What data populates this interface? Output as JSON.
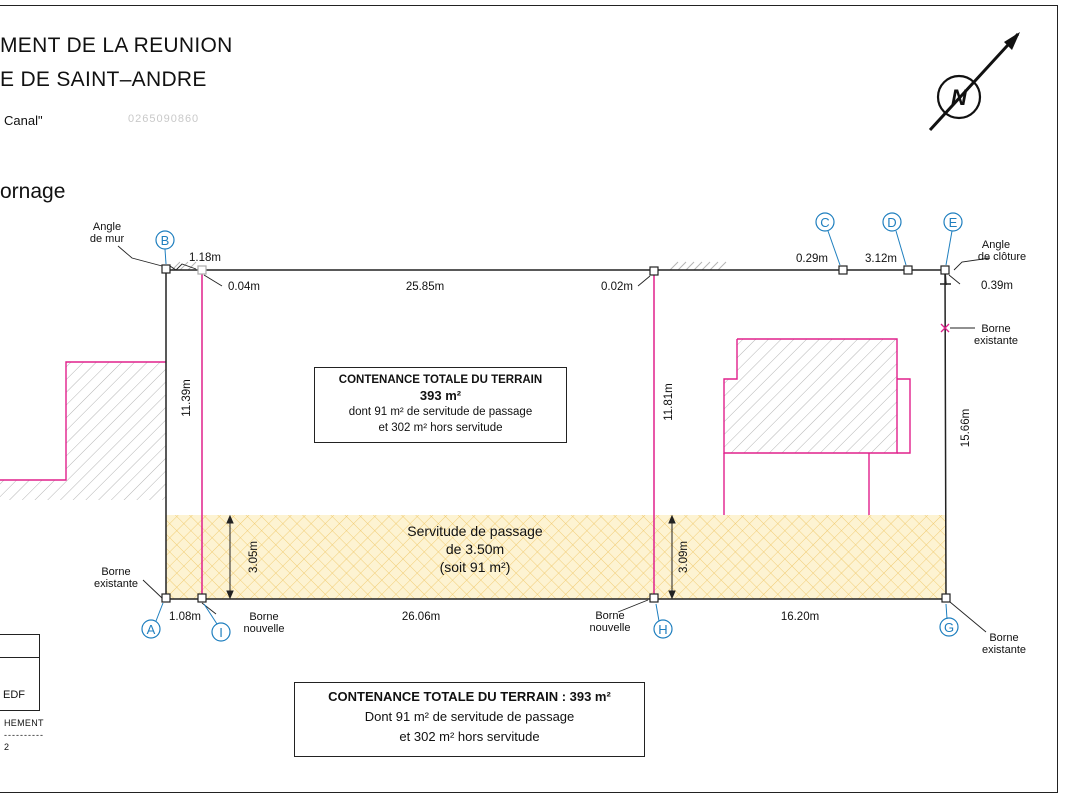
{
  "header": {
    "line1": "MENT DE LA REUNION",
    "line2": "E DE SAINT–ANDRE",
    "line3": "Canal\"",
    "blurred": "0265090860",
    "section": "ornage"
  },
  "north_arrow": {
    "label": "N"
  },
  "points": {
    "A": "A",
    "B": "B",
    "C": "C",
    "D": "D",
    "E": "E",
    "G": "G",
    "H": "H",
    "I": "I"
  },
  "labels": {
    "angle_de_mur_1": "Angle",
    "angle_de_mur_2": "de mur",
    "angle_cloture_1": "Angle",
    "angle_cloture_2": "de clôture",
    "borne_existante_e1": "Borne",
    "borne_existante_e2": "existante",
    "borne_existante_a1": "Borne",
    "borne_existante_a2": "existante",
    "borne_nouvelle_i1": "Borne",
    "borne_nouvelle_i2": "nouvelle",
    "borne_nouvelle_h1": "Borne",
    "borne_nouvelle_h2": "nouvelle",
    "borne_existante_g1": "Borne",
    "borne_existante_g2": "existante"
  },
  "dimensions": {
    "top_1_18": "1.18m",
    "top_0_04": "0.04m",
    "top_25_85": "25.85m",
    "top_0_02": "0.02m",
    "top_0_29": "0.29m",
    "top_3_12": "3.12m",
    "right_0_39": "0.39m",
    "left_11_39": "11.39m",
    "mid_11_81": "11.81m",
    "right_15_66": "15.66m",
    "serv_3_05": "3.05m",
    "serv_3_09": "3.09m",
    "bottom_1_08": "1.08m",
    "bottom_26_06": "26.06m",
    "bottom_16_20": "16.20m"
  },
  "box_center": {
    "title": "CONTENANCE TOTALE DU TERRAIN",
    "area": "393 m²",
    "line3": "dont 91 m² de servitude de passage",
    "line4": "et 302 m² hors servitude"
  },
  "servitude": {
    "line1": "Servitude de passage",
    "line2": "de 3.50m",
    "line3": "(soit 91 m²)"
  },
  "box_bottom": {
    "title": "CONTENANCE TOTALE DU TERRAIN : 393 m²",
    "line2": "Dont 91 m² de servitude de passage",
    "line3": "et 302 m² hors servitude"
  },
  "legend": {
    "edf": "EDF",
    "line2": "HEMENT",
    "line3": "----------",
    "line4": "2"
  },
  "colors": {
    "magenta": "#e0208c",
    "servitude_fill": "#fbeec0",
    "servitude_hatch": "#f0c96a",
    "point_blue": "#1f7fbf",
    "hatch_grey": "#b5b5b5"
  }
}
